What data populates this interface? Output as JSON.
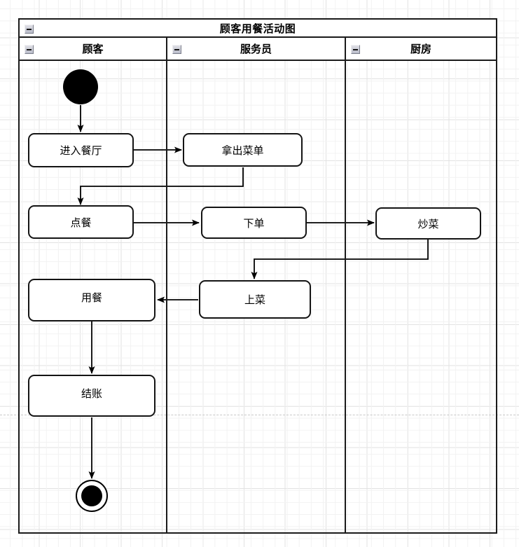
{
  "diagram": {
    "title": "顾客用餐活动图",
    "type": "uml-activity-swimlane",
    "collapse_icon": "minus-box-icon",
    "lanes": [
      {
        "id": "customer",
        "label": "顾客"
      },
      {
        "id": "waiter",
        "label": "服务员"
      },
      {
        "id": "kitchen",
        "label": "厨房"
      }
    ],
    "nodes": [
      {
        "id": "start",
        "kind": "initial-node",
        "lane": "customer",
        "label": ""
      },
      {
        "id": "enter",
        "kind": "action",
        "lane": "customer",
        "label": "进入餐厅"
      },
      {
        "id": "menu",
        "kind": "action",
        "lane": "waiter",
        "label": "拿出菜单"
      },
      {
        "id": "order",
        "kind": "action",
        "lane": "customer",
        "label": "点餐"
      },
      {
        "id": "placeorder",
        "kind": "action",
        "lane": "waiter",
        "label": "下单"
      },
      {
        "id": "cook",
        "kind": "action",
        "lane": "kitchen",
        "label": "炒菜"
      },
      {
        "id": "serve",
        "kind": "action",
        "lane": "waiter",
        "label": "上菜"
      },
      {
        "id": "dine",
        "kind": "action",
        "lane": "customer",
        "label": "用餐"
      },
      {
        "id": "pay",
        "kind": "action",
        "lane": "customer",
        "label": "结账"
      },
      {
        "id": "end",
        "kind": "final-node",
        "lane": "customer",
        "label": ""
      }
    ],
    "edges": [
      {
        "from": "start",
        "to": "enter"
      },
      {
        "from": "enter",
        "to": "menu"
      },
      {
        "from": "menu",
        "to": "order"
      },
      {
        "from": "order",
        "to": "placeorder"
      },
      {
        "from": "placeorder",
        "to": "cook"
      },
      {
        "from": "cook",
        "to": "serve"
      },
      {
        "from": "serve",
        "to": "dine"
      },
      {
        "from": "dine",
        "to": "pay"
      },
      {
        "from": "pay",
        "to": "end"
      }
    ],
    "colors": {
      "node_border": "#141414",
      "node_fill": "#ffffff",
      "frame_border": "#1a1a1a",
      "edge": "#000000",
      "grid_minor": "#f2f2f2",
      "grid_major": "#e2e2e2",
      "page_break": "#c8c8c8"
    }
  }
}
